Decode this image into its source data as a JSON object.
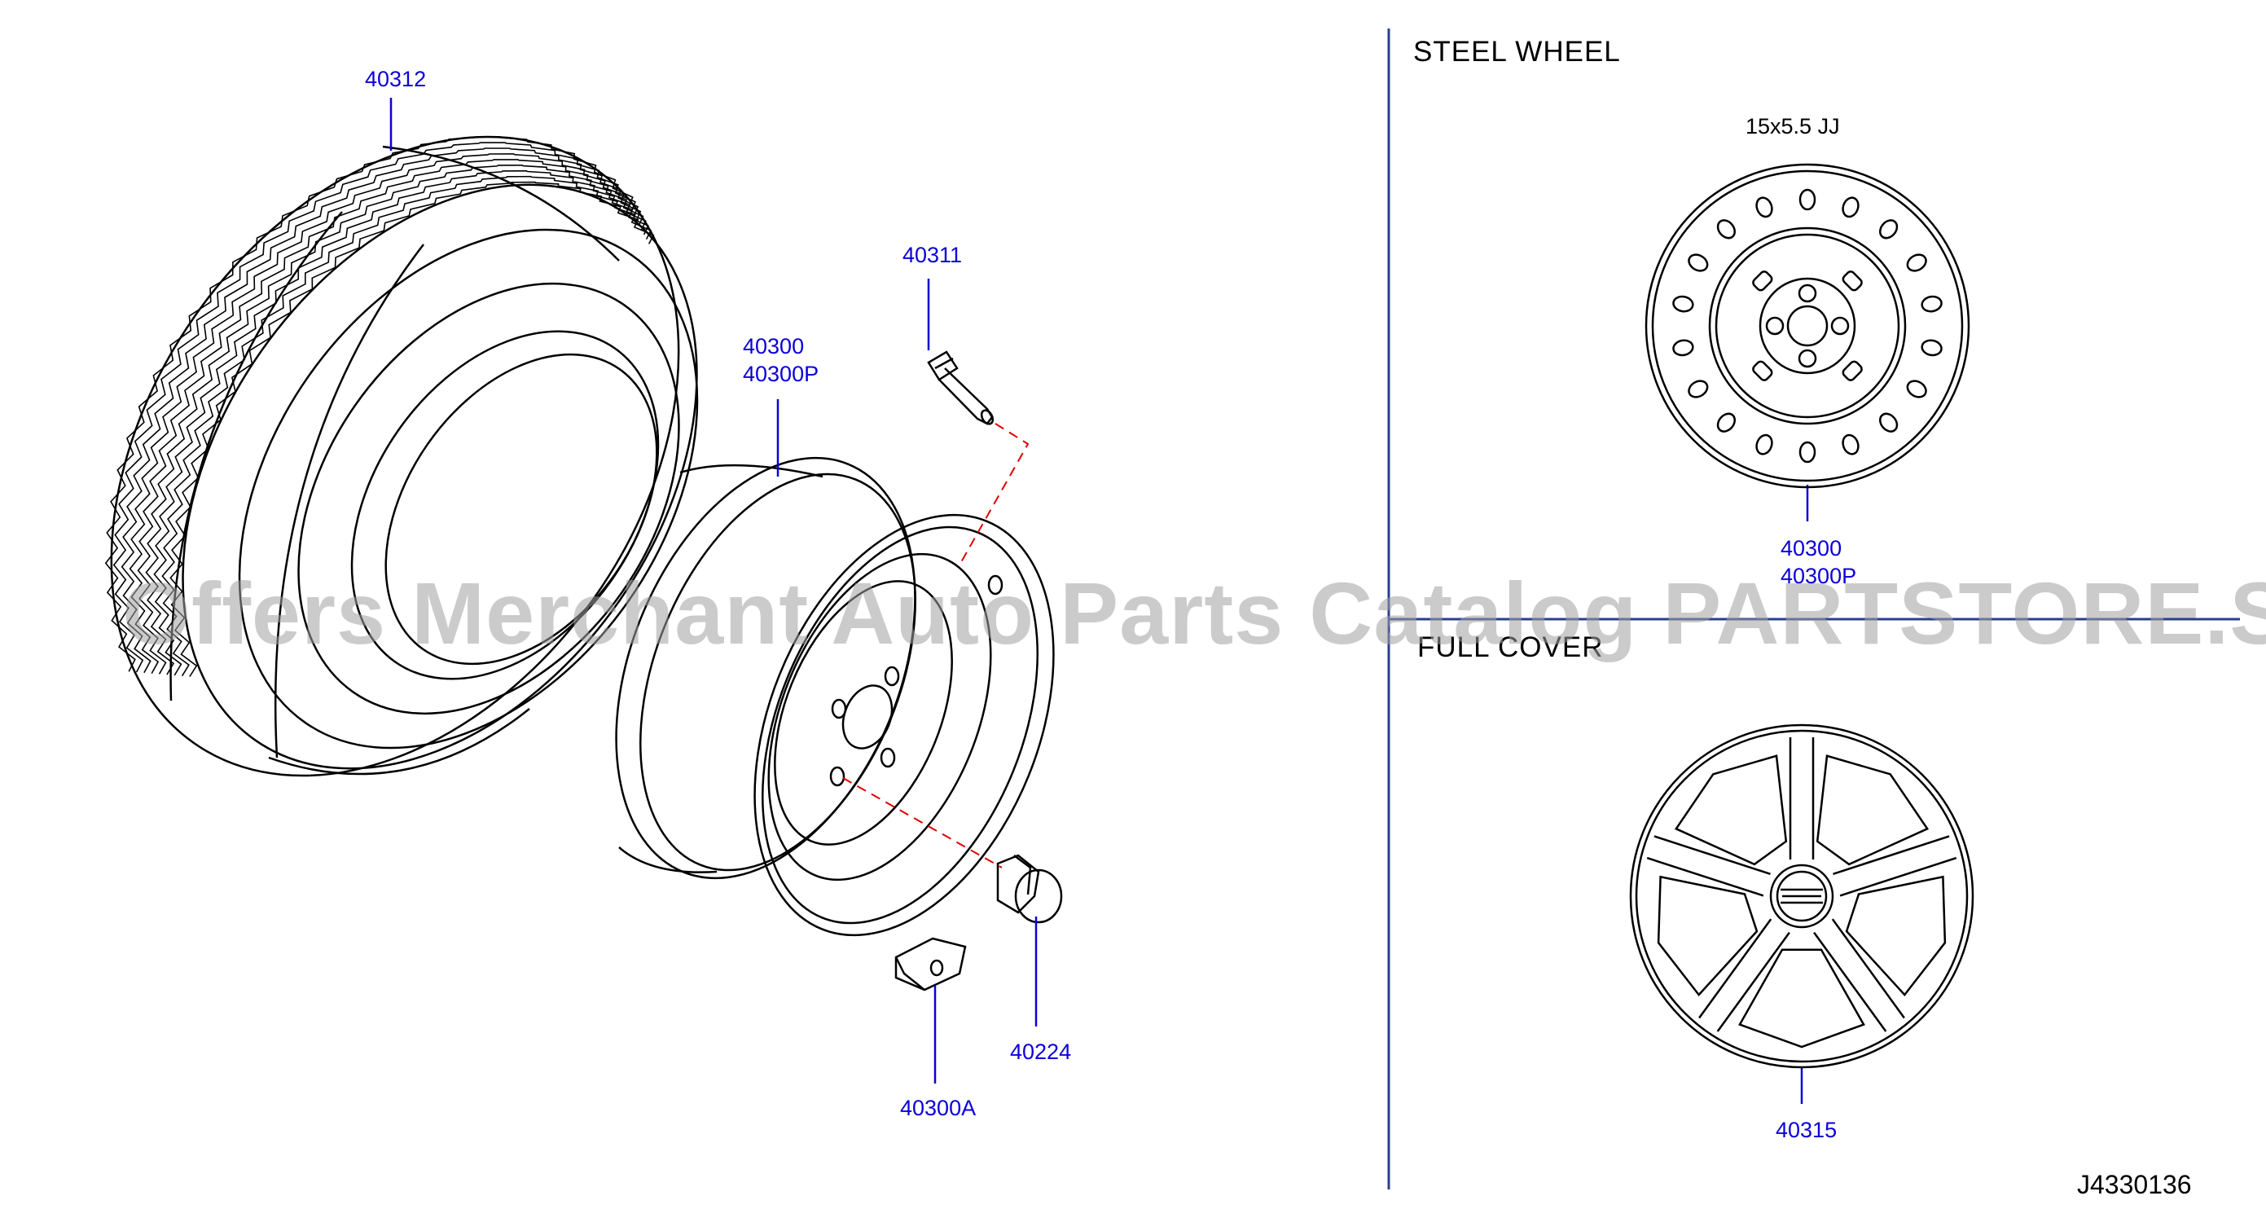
{
  "panels": {
    "steel_wheel_title": "STEEL   WHEEL",
    "wheel_size": "15x5.5   JJ",
    "full_cover_title": "FULL COVER"
  },
  "callouts": {
    "tire": "40312",
    "valve": "40311",
    "wheel_main_1": "40300",
    "wheel_main_2": "40300P",
    "steel_wheel_1": "40300",
    "steel_wheel_2": "40300P",
    "nut": "40224",
    "weight": "40300A",
    "cover": "40315"
  },
  "watermark": "Offers Merchant Auto Parts Catalog PARTSTORE.SA",
  "drawing_id": "J4330136",
  "colors": {
    "callout": "#0b00d8",
    "leader_dashed": "#e00000",
    "line": "#000000",
    "divider": "#2a3f8f"
  }
}
